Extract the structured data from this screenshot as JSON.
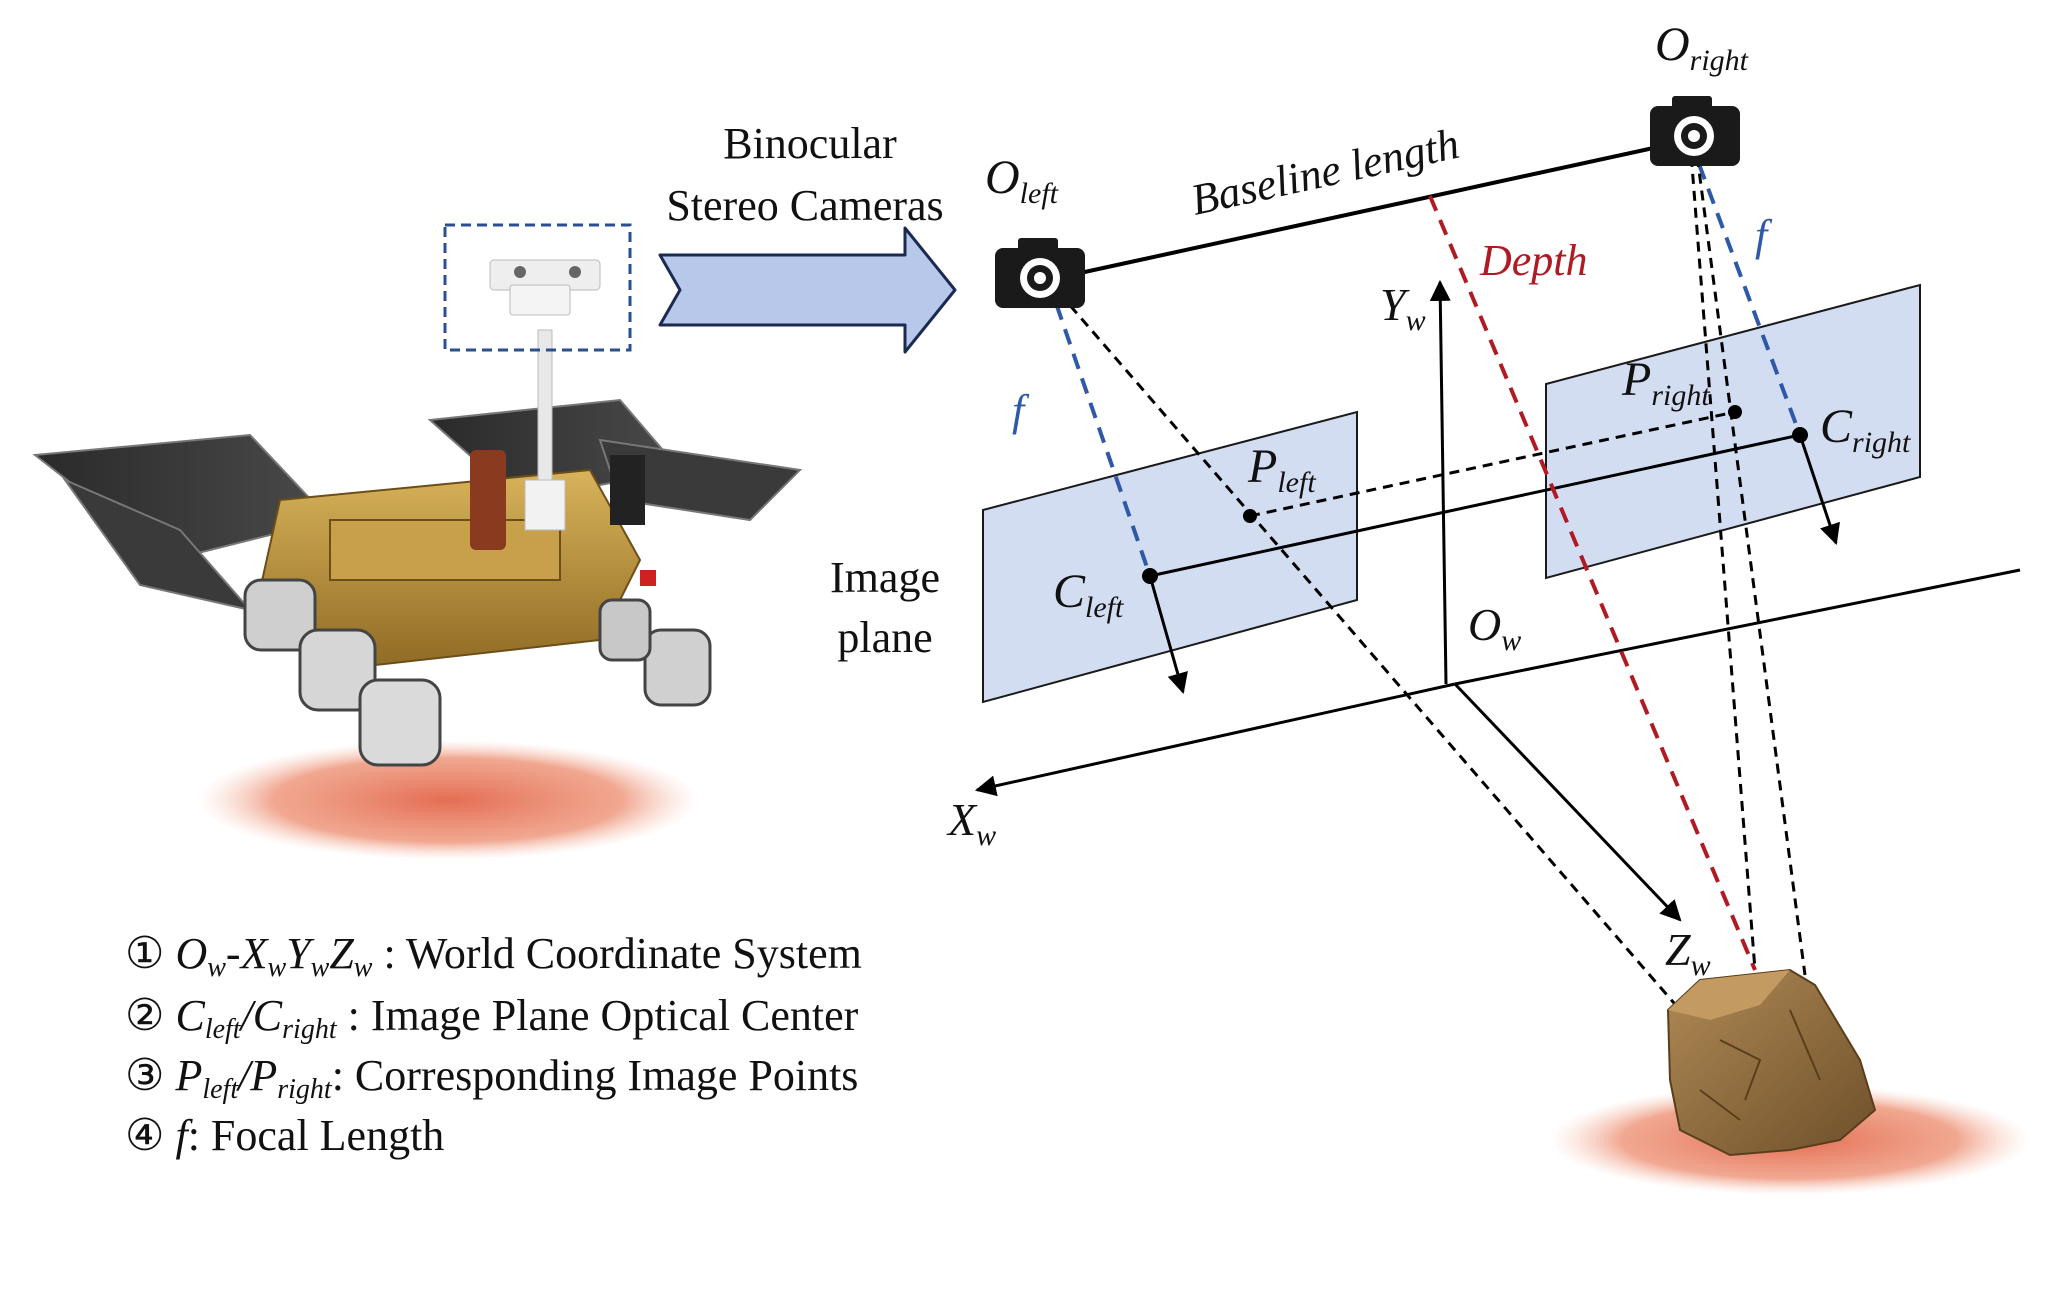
{
  "diagram": {
    "arrow_caption": [
      "Binocular",
      "Stereo Cameras"
    ],
    "baseline": "Baseline length",
    "depth": "Depth",
    "focal": "f",
    "image_plane": [
      "Image",
      "plane"
    ],
    "O_left": {
      "base": "O",
      "sub": "left"
    },
    "O_right": {
      "base": "O",
      "sub": "right"
    },
    "P_left": {
      "base": "P",
      "sub": "left"
    },
    "P_right": {
      "base": "P",
      "sub": "right"
    },
    "C_left": {
      "base": "C",
      "sub": "left"
    },
    "C_right": {
      "base": "C",
      "sub": "right"
    },
    "Yw": {
      "base": "Y",
      "sub": "w"
    },
    "Xw": {
      "base": "X",
      "sub": "w"
    },
    "Zw": {
      "base": "Z",
      "sub": "w"
    },
    "Ow": {
      "base": "O",
      "sub": "w"
    }
  },
  "legend": [
    {
      "num": "①",
      "sym": "Ow-XwYwZw",
      "text": " : World Coordinate System"
    },
    {
      "num": "②",
      "sym": "Cleft/Cright",
      "text": " : Image Plane Optical Center"
    },
    {
      "num": "③",
      "sym": "Pleft/Pright",
      "text": ": Corresponding Image Points"
    },
    {
      "num": "④",
      "sym": "f",
      "text": ": Focal Length"
    }
  ],
  "colors": {
    "plane_fill": "#d3ddf2",
    "arrow_fill": "#b8c8ea",
    "focal_blue": "#2e58a8",
    "depth_red": "#b01a22",
    "shadow": "#e2664a",
    "rock": "#8a6a3e"
  },
  "icons": [
    "camera-icon",
    "rover-image",
    "rock-image"
  ]
}
